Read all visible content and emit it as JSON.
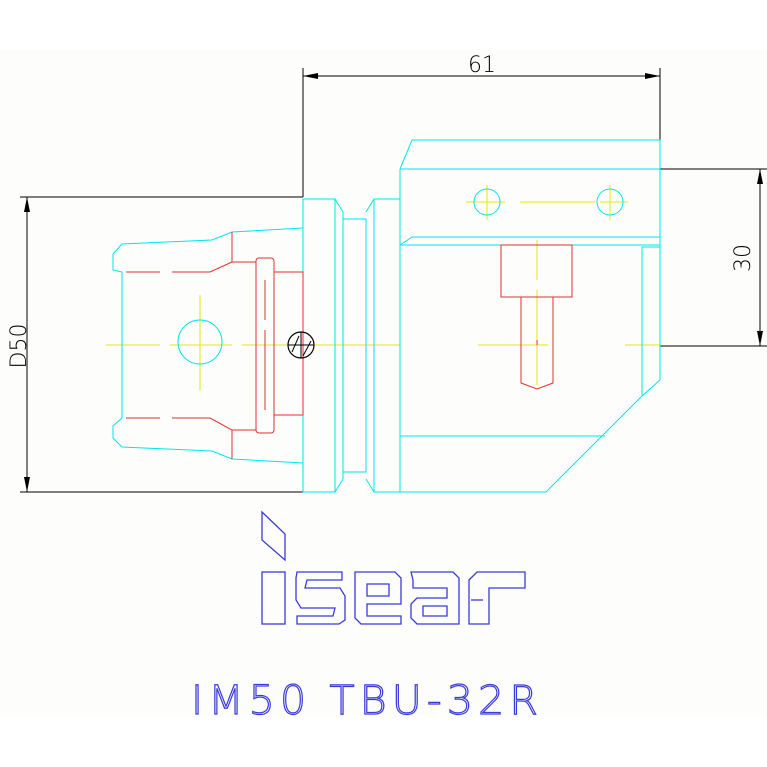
{
  "drawing": {
    "dimensions": {
      "width_label": "61",
      "height_label": "30",
      "diameter_label": "D50"
    },
    "brand": "iscar",
    "part_number": "IM50 TBU-32R"
  },
  "colors": {
    "background": "#fdfefc",
    "outline": "#00e6ea",
    "hidden_red": "#e03030",
    "centerline": "#e8e800",
    "dimension": "#000000",
    "logo_blue": "#3a3ad8"
  }
}
